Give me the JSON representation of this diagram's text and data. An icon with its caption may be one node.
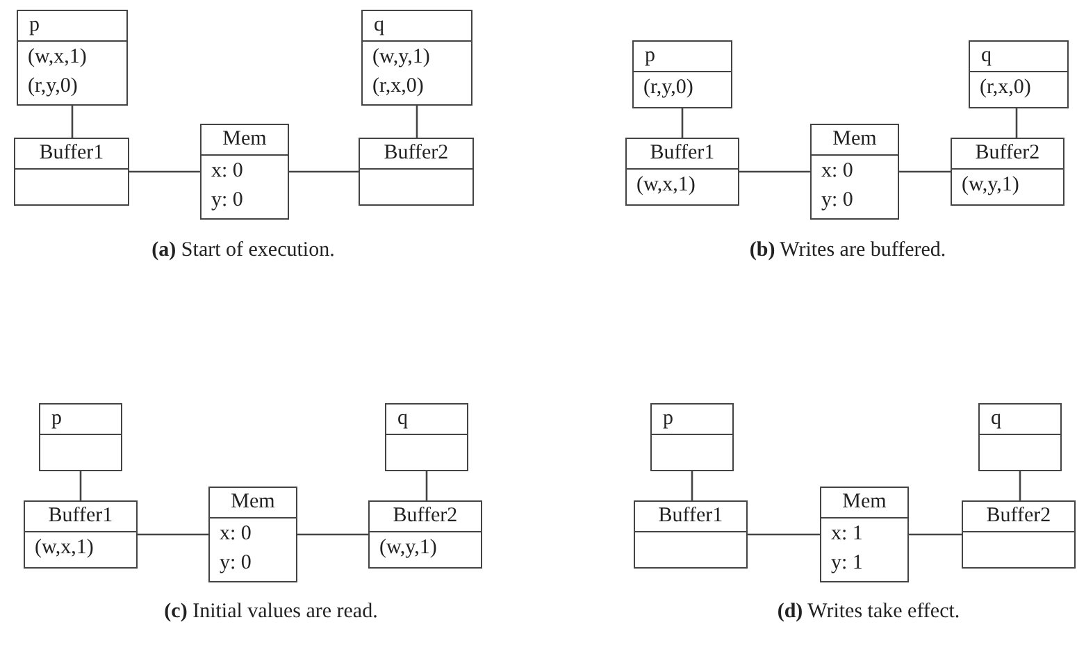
{
  "diagram": {
    "nodes": [
      {
        "text": [
          "p",
          "(w,x,1)",
          "(r,y,0)"
        ]
      },
      {
        "text": [
          "q",
          "(w,y,1)",
          "(r,x,0)"
        ]
      },
      {
        "text": [
          "Buffer1"
        ]
      },
      {
        "text": [
          "Mem",
          "x: 0",
          "y: 0"
        ]
      },
      {
        "text": [
          "Buffer2"
        ]
      },
      {
        "text": [
          "p",
          "(r,y,0)"
        ]
      },
      {
        "text": [
          "q",
          "(r,x,0)"
        ]
      },
      {
        "text": [
          "Buffer1",
          "(w,x,1)"
        ]
      },
      {
        "text": [
          "Mem",
          "x: 0",
          "y: 0"
        ]
      },
      {
        "text": [
          "Buffer2",
          "(w,y,1)"
        ]
      },
      {
        "text": [
          "p"
        ]
      },
      {
        "text": [
          "q"
        ]
      },
      {
        "text": [
          "Buffer1",
          "(w,x,1)"
        ]
      },
      {
        "text": [
          "Mem",
          "x: 0",
          "y: 0"
        ]
      },
      {
        "text": [
          "Buffer2",
          "(w,y,1)"
        ]
      },
      {
        "text": [
          "p"
        ]
      },
      {
        "text": [
          "q"
        ]
      },
      {
        "text": [
          "Buffer1"
        ]
      },
      {
        "text": [
          "Mem",
          "x: 1",
          "y: 1"
        ]
      },
      {
        "text": [
          "Buffer2"
        ]
      }
    ],
    "edges": [
      {
        "from": 0,
        "to": 2,
        "arrow": "none"
      },
      {
        "from": 1,
        "to": 4,
        "arrow": "none"
      },
      {
        "from": 2,
        "to": 3,
        "arrow": "none"
      },
      {
        "from": 3,
        "to": 4,
        "arrow": "none"
      },
      {
        "from": 5,
        "to": 7,
        "arrow": "none"
      },
      {
        "from": 6,
        "to": 9,
        "arrow": "none"
      },
      {
        "from": 7,
        "to": 8,
        "arrow": "none"
      },
      {
        "from": 8,
        "to": 9,
        "arrow": "none"
      },
      {
        "from": 10,
        "to": 12,
        "arrow": "none"
      },
      {
        "from": 11,
        "to": 14,
        "arrow": "none"
      },
      {
        "from": 12,
        "to": 13,
        "arrow": "none"
      },
      {
        "from": 13,
        "to": 14,
        "arrow": "none"
      },
      {
        "from": 15,
        "to": 17,
        "arrow": "none"
      },
      {
        "from": 16,
        "to": 19,
        "arrow": "none"
      },
      {
        "from": 17,
        "to": 18,
        "arrow": "none"
      },
      {
        "from": 18,
        "to": 19,
        "arrow": "none"
      }
    ],
    "labels": [
      "**(a)** Start of execution.",
      "**(b)** Writes are buffered.",
      "**(c)** Initial values are read.",
      "**(d)** Writes take effect."
    ]
  }
}
